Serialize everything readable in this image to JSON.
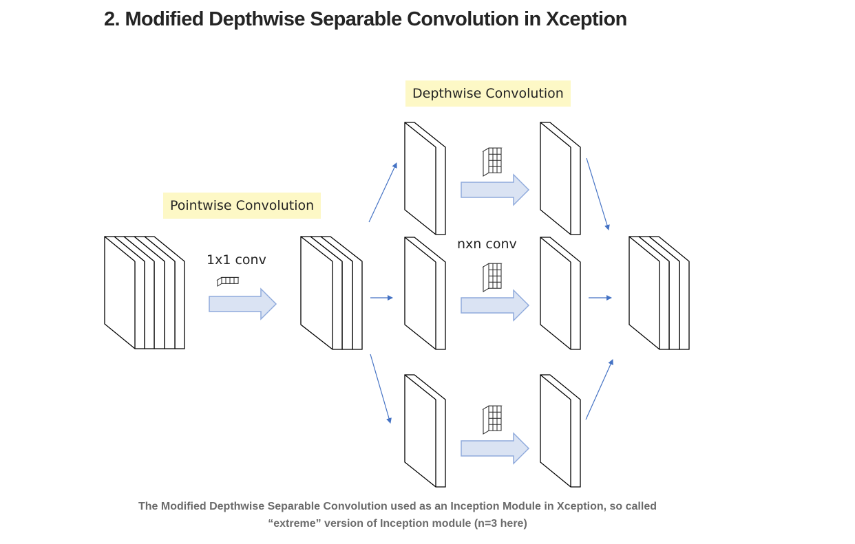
{
  "heading": "2. Modified Depthwise Separable Convolution in Xception",
  "diagram": {
    "pointwise_label": "Pointwise Convolution",
    "depthwise_label": "Depthwise Convolution",
    "pointwise_op": "1x1 conv",
    "depthwise_op": "nxn conv",
    "colors": {
      "label_highlight": "#fdf8c6",
      "block_arrow_fill": "#dae3f3",
      "block_arrow_stroke": "#8faadc",
      "thin_arrow": "#4472c4",
      "block_stroke": "#000000"
    }
  },
  "caption": {
    "line1": "The Modified Depthwise Separable Convolution used as an Inception Module in Xception, so called",
    "line2": "“extreme” version of Inception module (n=3 here)"
  }
}
